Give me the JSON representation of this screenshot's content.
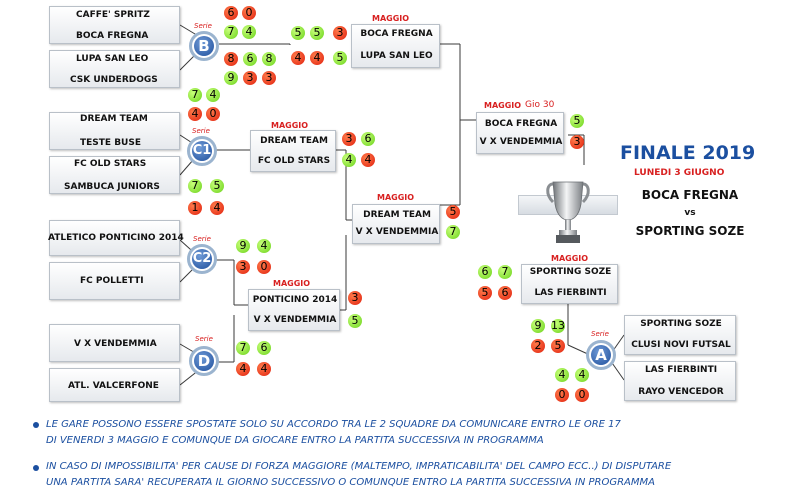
{
  "round1": [
    {
      "group": "B",
      "serie_label": "Serie",
      "teams": [
        "CAFFE' SPRITZ",
        "BOCA FREGNA"
      ],
      "scores": [
        [
          "6",
          "0"
        ],
        [
          "7",
          "4"
        ]
      ],
      "teams2": [
        "LUPA SAN LEO",
        "CSK UNDERDOGS"
      ],
      "scores2": [
        [
          "8",
          "6",
          "8"
        ],
        [
          "9",
          "3",
          "3"
        ]
      ]
    },
    {
      "group": "C1",
      "serie_label": "Serie",
      "teams": [
        "DREAM TEAM",
        "TESTE BUSE"
      ],
      "scores": [
        [
          "7",
          "4"
        ],
        [
          "4",
          "0"
        ]
      ],
      "teams2": [
        "FC OLD STARS",
        "SAMBUCA JUNIORS"
      ],
      "scores2": [
        [
          "7",
          "5"
        ],
        [
          "1",
          "4"
        ]
      ]
    },
    {
      "group": "C2",
      "serie_label": "Serie",
      "teams": [
        "ATLETICO PONTICINO 2014"
      ],
      "scores": [
        [
          "9",
          "4"
        ],
        [
          "3",
          "0"
        ]
      ],
      "teams2": [
        "FC POLLETTI"
      ]
    },
    {
      "group": "D",
      "serie_label": "Serie",
      "teams": [
        "V X VENDEMMIA"
      ],
      "scores": [
        [
          "7",
          "6"
        ],
        [
          "4",
          "4"
        ]
      ],
      "teams2": [
        "ATL. VALCERFONE"
      ]
    },
    {
      "group": "A",
      "serie_label": "Serie",
      "teams": [
        "SPORTING SOZE",
        "CLUSI NOVI FUTSAL"
      ],
      "scores": [
        [
          "9",
          "13"
        ],
        [
          "2",
          "5"
        ]
      ],
      "teams2": [
        "LAS FIERBINTI",
        "RAYO VENCEDOR"
      ],
      "scores2": [
        [
          "4",
          "4"
        ],
        [
          "0",
          "0"
        ]
      ]
    }
  ],
  "quarter": [
    {
      "label": "MAGGIO",
      "teams": [
        "BOCA FREGNA",
        "LUPA SAN LEO"
      ],
      "scores": [
        [
          "5",
          "5",
          "3"
        ],
        [
          "4",
          "4",
          "5"
        ]
      ]
    },
    {
      "label": "MAGGIO",
      "teams": [
        "DREAM TEAM",
        "FC OLD STARS"
      ],
      "scores": [
        [
          "3",
          "6"
        ],
        [
          "4",
          "4"
        ]
      ]
    },
    {
      "label": "MAGGIO",
      "teams": [
        "PONTICINO 2014",
        "V X VENDEMMIA"
      ],
      "scores": [
        [
          "3"
        ],
        [
          "5"
        ]
      ]
    }
  ],
  "semi": [
    {
      "label": "MAGGIO",
      "teams": [
        "DREAM TEAM",
        "V X VENDEMMIA"
      ],
      "scores": [
        [
          "5"
        ],
        [
          "7"
        ]
      ]
    },
    {
      "label": "MAGGIO",
      "gio": "Gio 30",
      "teams": [
        "BOCA FREGNA",
        "V X VENDEMMIA"
      ],
      "scores": [
        [
          "5"
        ],
        [
          "3"
        ]
      ]
    },
    {
      "label": "MAGGIO",
      "teams": [
        "SPORTING SOZE",
        "LAS FIERBINTI"
      ],
      "scores": [
        [
          "6",
          "7"
        ],
        [
          "5",
          "6"
        ]
      ]
    }
  ],
  "final": {
    "title": "FINALE 2019",
    "date": "LUNEDI 3 GIUGNO",
    "team1": "BOCA FREGNA",
    "vs": "vs",
    "team2": "SPORTING SOZE"
  },
  "notes": [
    {
      "line1": "LE GARE POSSONO ESSERE SPOSTATE SOLO SU ACCORDO TRA LE 2 SQUADRE DA COMUNICARE ENTRO LE ORE 17",
      "line2": "DI VENERDI 3 MAGGIO E COMUNQUE DA GIOCARE ENTRO LA PARTITA SUCCESSIVA IN PROGRAMMA"
    },
    {
      "line1": "IN CASO DI IMPOSSIBILITA'  PER CAUSE DI FORZA MAGGIORE (MALTEMPO, IMPRATICABILITA' DEL CAMPO ECC..) DI DISPUTARE",
      "line2": "UNA PARTITA SARA' RECUPERATA IL GIORNO SUCCESSIVO O COMUNQUE ENTRO LA PARTITA SUCCESSIVA IN PROGRAMMA"
    }
  ],
  "colors": {
    "win": "#6ad21a",
    "loss": "#e0200e",
    "accent": "#1b4fa0",
    "label_red": "#d82020"
  },
  "icons": {
    "trophy": "trophy-icon",
    "group_badge": "group-badge-icon",
    "bullet": "bullet-icon"
  }
}
